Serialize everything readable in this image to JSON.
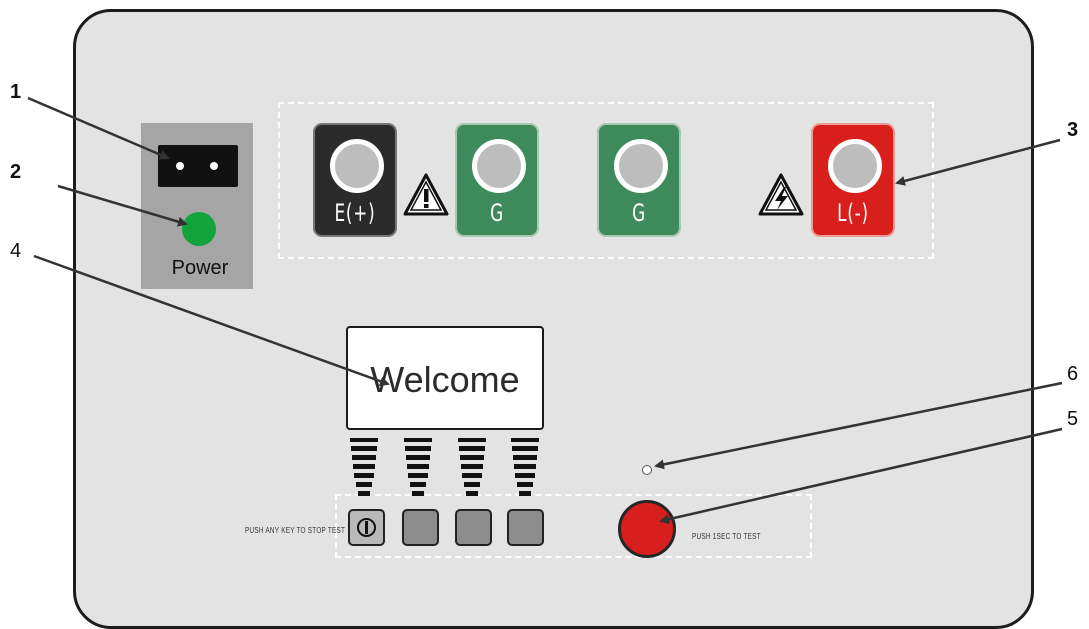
{
  "callouts": [
    "1",
    "2",
    "3",
    "4",
    "5",
    "6"
  ],
  "power": {
    "label": "Power",
    "led_color": "#13a33d"
  },
  "terminals": [
    {
      "label": "E(+)",
      "color": "#2b2b2b"
    },
    {
      "label": "G",
      "color": "#3d8b5a"
    },
    {
      "label": "G",
      "color": "#3d8b5a"
    },
    {
      "label": "L(-)",
      "color": "#d81f1b"
    }
  ],
  "display": {
    "text": "Welcome"
  },
  "keys": {
    "stop_text": "PUSH ANY KEY TO STOP TEST",
    "test_text": "PUSH 1SEC TO TEST",
    "test_button_color": "#d71f1d"
  },
  "icons": [
    "warning-icon",
    "high-voltage-icon",
    "power-symbol-icon"
  ]
}
